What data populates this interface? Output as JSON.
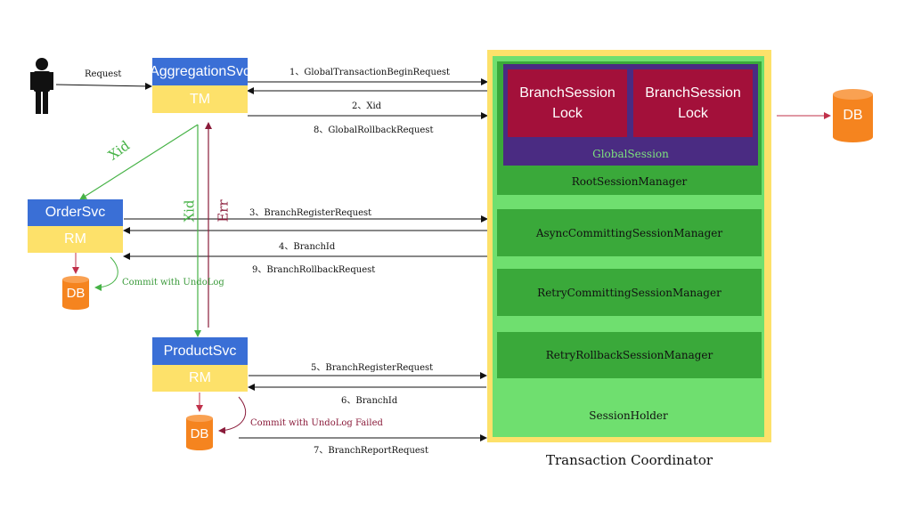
{
  "user": {
    "request_label": "Request"
  },
  "aggregation": {
    "name": "AggregationSvc",
    "role": "TM"
  },
  "order": {
    "name": "OrderSvc",
    "role": "RM"
  },
  "product": {
    "name": "ProductSvc",
    "role": "RM"
  },
  "databases": {
    "order_db": "DB",
    "product_db": "DB",
    "tc_db": "DB"
  },
  "flow_labels": {
    "xid_diagonal": "Xid",
    "xid_vertical": "Xid",
    "err_vertical": "Err",
    "order_commit": "Commit with UndoLog",
    "product_commit": "Commit with UndoLog Failed"
  },
  "messages": {
    "m1": "1、GlobalTransactionBeginRequest",
    "m2": "2、Xid",
    "m8": "8、GlobalRollbackRequest",
    "m3": "3、BranchRegisterRequest",
    "m4": "4、BranchId",
    "m9": "9、BranchRollbackRequest",
    "m5": "5、BranchRegisterRequest",
    "m6": "6、BranchId",
    "m7": "7、BranchReportRequest"
  },
  "coordinator": {
    "title": "Transaction Coordinator",
    "lock1": "BranchSession Lock",
    "lock2": "BranchSession Lock",
    "global_session": "GlobalSession",
    "root_manager": "RootSessionManager",
    "async_manager": "AsyncCommittingSessionManager",
    "retry_commit_manager": "RetryCommittingSessionManager",
    "retry_rollback_manager": "RetryRollbackSessionManager",
    "session_holder": "SessionHolder"
  },
  "colors": {
    "service_blue": "#3a6fd6",
    "role_yellow": "#fde16a",
    "db_orange": "#f5841f",
    "lock_red": "#a3103a",
    "global_purple": "#4a2b82",
    "manager_green": "#3aa93a",
    "holder_green": "#6fdf6f",
    "xid_green": "#46b246",
    "err_red": "#8a1b3a"
  }
}
